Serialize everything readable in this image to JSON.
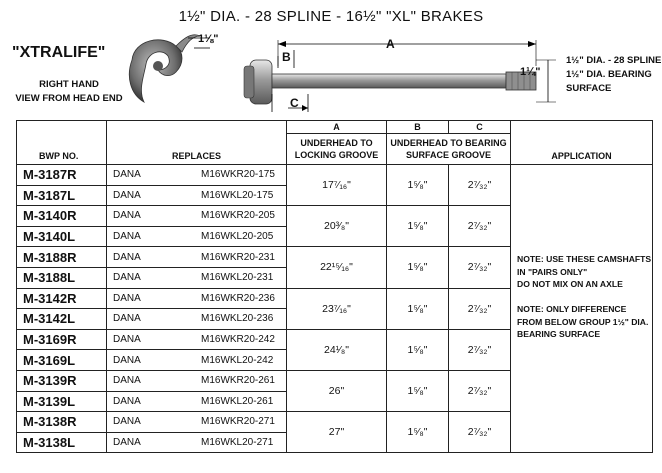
{
  "title": "1½\" DIA. - 28 SPLINE - 16½\" \"XL\" BRAKES",
  "brand": "\"XTRALIFE\"",
  "view_note": [
    "RIGHT HAND",
    "VIEW FROM HEAD END"
  ],
  "cam_dim": "1⅛\"",
  "shaft_labels": {
    "a": "A",
    "b": "B",
    "c": "C",
    "dia": "1¼\""
  },
  "spline_note": [
    "1½\" DIA. - 28 SPLINE",
    "1½\" DIA. BEARING",
    "SURFACE"
  ],
  "headers": {
    "a": "A",
    "b": "B",
    "c": "C",
    "bwp": "BWP NO.",
    "replaces": "REPLACES",
    "a_desc": "UNDERHEAD TO LOCKING GROOVE",
    "bc_desc": "UNDERHEAD TO BEARING SURFACE GROOVE",
    "application": "APPLICATION"
  },
  "groups": [
    {
      "a": "17⁷⁄₁₆\"",
      "b": "1⁵⁄₈\"",
      "c": "2⁷⁄₃₂\"",
      "rows": [
        {
          "bwp": "M-3187R",
          "make": "DANA",
          "part": "M16WKR20-175"
        },
        {
          "bwp": "M-3187L",
          "make": "DANA",
          "part": "M16WKL20-175"
        }
      ]
    },
    {
      "a": "20³⁄₈\"",
      "b": "1⁵⁄₈\"",
      "c": "2⁷⁄₃₂\"",
      "rows": [
        {
          "bwp": "M-3140R",
          "make": "DANA",
          "part": "M16WKR20-205"
        },
        {
          "bwp": "M-3140L",
          "make": "DANA",
          "part": "M16WKL20-205"
        }
      ]
    },
    {
      "a": "22¹⁵⁄₁₆\"",
      "b": "1⁵⁄₈\"",
      "c": "2⁷⁄₃₂\"",
      "rows": [
        {
          "bwp": "M-3188R",
          "make": "DANA",
          "part": "M16WKR20-231"
        },
        {
          "bwp": "M-3188L",
          "make": "DANA",
          "part": "M16WKL20-231"
        }
      ]
    },
    {
      "a": "23⁷⁄₁₆\"",
      "b": "1⁵⁄₈\"",
      "c": "2⁷⁄₃₂\"",
      "rows": [
        {
          "bwp": "M-3142R",
          "make": "DANA",
          "part": "M16WKR20-236"
        },
        {
          "bwp": "M-3142L",
          "make": "DANA",
          "part": "M16WKL20-236"
        }
      ]
    },
    {
      "a": "24¹⁄₈\"",
      "b": "1⁵⁄₈\"",
      "c": "2⁷⁄₃₂\"",
      "rows": [
        {
          "bwp": "M-3169R",
          "make": "DANA",
          "part": "M16WKR20-242"
        },
        {
          "bwp": "M-3169L",
          "make": "DANA",
          "part": "M16WKL20-242"
        }
      ]
    },
    {
      "a": "26\"",
      "b": "1⁵⁄₈\"",
      "c": "2⁷⁄₃₂\"",
      "rows": [
        {
          "bwp": "M-3139R",
          "make": "DANA",
          "part": "M16WKR20-261"
        },
        {
          "bwp": "M-3139L",
          "make": "DANA",
          "part": "M16WKL20-261"
        }
      ]
    },
    {
      "a": "27\"",
      "b": "1⁵⁄₈\"",
      "c": "2⁷⁄₃₂\"",
      "rows": [
        {
          "bwp": "M-3138R",
          "make": "DANA",
          "part": "M16WKR20-271"
        },
        {
          "bwp": "M-3138L",
          "make": "DANA",
          "part": "M16WKL20-271"
        }
      ]
    }
  ],
  "application_notes": [
    "NOTE: USE THESE CAMSHAFTS",
    "IN \"PAIRS ONLY\"",
    "DO NOT MIX ON AN AXLE",
    "",
    "NOTE: ONLY DIFFERENCE",
    "FROM BELOW GROUP 1½\" DIA.",
    "BEARING SURFACE"
  ]
}
